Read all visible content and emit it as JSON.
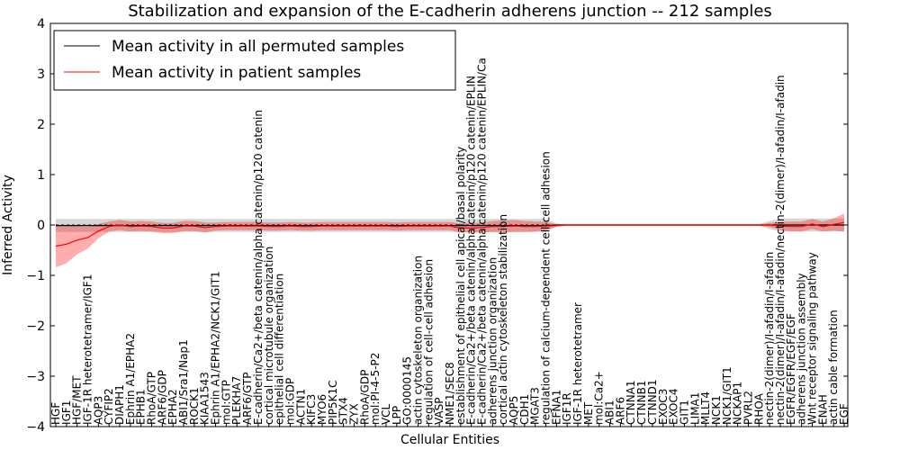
{
  "chart_data": {
    "type": "line",
    "title": "Stabilization and expansion of the E-cadherin adherens junction -- 212 samples",
    "xlabel": "Cellular Entities",
    "ylabel": "Inferred Activity",
    "ylim": [
      -4,
      4
    ],
    "yticks": [
      -4,
      -3,
      -2,
      -1,
      0,
      1,
      2,
      3,
      4
    ],
    "grid": false,
    "legend_position": "top-left",
    "categories": [
      "HGF",
      "IGF1",
      "HGF/MET",
      "IGF-1R heterotetramer/IGF1",
      "AQP3",
      "CYFIP2",
      "DIAPH1",
      "Ephrin A1/EPHA2",
      "EPHB1",
      "RhoA/GTP",
      "ARF6/GDP",
      "EPHA2",
      "ABI1/Sra1/Nap1",
      "ROCK1",
      "KIAA1543",
      "Ephrin A1/EPHA2/NCK1/GIT1",
      "mol:GTP",
      "PLEKHA7",
      "ARF6/GTP",
      "E-cadherin/Ca2+/beta catenin/alpha catenin/p120 catenin",
      "cortical microtubule organization",
      "epithelial cell differentiation",
      "mol:GDP",
      "ACTN1",
      "KIFC3",
      "MYO6",
      "PIP5K1C",
      "STX4",
      "ZYX",
      "RhoA/GDP",
      "mol:PI-4-5-P2",
      "VCL",
      "LPP",
      "GO:0000145",
      "actin cytoskeleton organization",
      "regulation of cell-cell adhesion",
      "VASP",
      "NME1/SEC8",
      "establishment of epithelial cell apical/basal polarity",
      "E-cadherin/Ca2+/beta catenin/alpha catenin/p120 catenin/EPLIN",
      "E-cadherin/Ca2+/beta catenin/alpha catenin/p120 catenin/EPLIN/Ca",
      "adherens junction organization",
      "cortical actin cytoskeleton stabilization",
      "AQP5",
      "CDH1",
      "MGAT3",
      "regulation of calcium-dependent cell-cell adhesion",
      "EFNA1",
      "IGF1R",
      "IGF-1R heterotetramer",
      "MET",
      "mol:Ca2+",
      "ABI1",
      "ARF6",
      "CTNNA1",
      "CTNNB1",
      "CTNND1",
      "EXOC3",
      "EXOC4",
      "GIT1",
      "LIMA1",
      "MLLT4",
      "NCK1",
      "NCK1/GIT1",
      "NCKAP1",
      "PVRL2",
      "RHOA",
      "nectin-2(dimer)/I-afadin/I-afadin",
      "nectin-2(dimer)/I-afadin/I-afadin/nectin-2(dimer)/I-afadin/I-afadin",
      "EGFR/EGFR/EGF/EGF",
      "adherens junction assembly",
      "Wnt receptor signaling pathway",
      "ENAH",
      "actin cable formation",
      "EGF"
    ],
    "series": [
      {
        "name": "Mean activity in all permuted samples",
        "color": "#000000",
        "values": [
          -0.01,
          -0.01,
          -0.01,
          -0.01,
          -0.01,
          -0.01,
          -0.01,
          -0.01,
          -0.01,
          -0.01,
          -0.01,
          -0.01,
          -0.01,
          -0.01,
          -0.01,
          -0.01,
          -0.01,
          -0.01,
          -0.01,
          -0.01,
          -0.01,
          -0.01,
          -0.01,
          -0.01,
          -0.01,
          -0.01,
          -0.01,
          -0.01,
          -0.01,
          -0.01,
          -0.01,
          -0.01,
          -0.01,
          -0.01,
          -0.01,
          -0.01,
          -0.01,
          -0.01,
          -0.01,
          -0.01,
          -0.01,
          -0.01,
          -0.01,
          -0.01,
          -0.01,
          -0.01,
          -0.01,
          0,
          0,
          0,
          0,
          0,
          0,
          0,
          0,
          0,
          0,
          0,
          0,
          0,
          0,
          0,
          0,
          0,
          0,
          0,
          0,
          0,
          0,
          0,
          0,
          0,
          0,
          0,
          0
        ],
        "band": [
          0.13,
          0.13,
          0.13,
          0.13,
          0.13,
          0.13,
          0.13,
          0.13,
          0.13,
          0.13,
          0.13,
          0.13,
          0.13,
          0.13,
          0.13,
          0.13,
          0.13,
          0.13,
          0.13,
          0.13,
          0.13,
          0.13,
          0.13,
          0.13,
          0.13,
          0.13,
          0.13,
          0.13,
          0.13,
          0.13,
          0.13,
          0.13,
          0.13,
          0.13,
          0.13,
          0.13,
          0.13,
          0.13,
          0.13,
          0.13,
          0.13,
          0.13,
          0.13,
          0.13,
          0.13,
          0.13,
          0.13,
          0.03,
          0.02,
          0.02,
          0.02,
          0.02,
          0.02,
          0.02,
          0.02,
          0.02,
          0.02,
          0.02,
          0.02,
          0.02,
          0.02,
          0.02,
          0.02,
          0.02,
          0.02,
          0.02,
          0.02,
          0.08,
          0.13,
          0.13,
          0.13,
          0.13,
          0.13,
          0.13,
          0.13
        ]
      },
      {
        "name": "Mean activity in patient samples",
        "color": "#ff0000",
        "values": [
          -0.42,
          -0.38,
          -0.3,
          -0.25,
          -0.12,
          -0.03,
          0.0,
          -0.03,
          -0.02,
          -0.03,
          -0.06,
          -0.06,
          -0.02,
          -0.02,
          -0.05,
          -0.03,
          -0.02,
          -0.02,
          -0.02,
          -0.02,
          -0.03,
          -0.03,
          -0.02,
          -0.03,
          -0.03,
          -0.02,
          -0.02,
          -0.02,
          -0.02,
          -0.02,
          -0.02,
          -0.02,
          -0.03,
          -0.02,
          -0.02,
          -0.02,
          -0.02,
          -0.02,
          -0.06,
          -0.06,
          -0.05,
          -0.03,
          -0.03,
          -0.02,
          -0.03,
          -0.03,
          -0.02,
          -0.01,
          0,
          0,
          0,
          0,
          0,
          0,
          0,
          0,
          0,
          0,
          0,
          0,
          0,
          0,
          0,
          0,
          0,
          0,
          0,
          0,
          -0.02,
          -0.03,
          -0.03,
          0.02,
          -0.03,
          0.01,
          0.05
        ],
        "band": [
          0.42,
          0.38,
          0.28,
          0.22,
          0.14,
          0.1,
          0.1,
          0.1,
          0.1,
          0.1,
          0.1,
          0.1,
          0.1,
          0.1,
          0.1,
          0.08,
          0.08,
          0.08,
          0.08,
          0.08,
          0.08,
          0.08,
          0.08,
          0.08,
          0.08,
          0.08,
          0.08,
          0.08,
          0.08,
          0.08,
          0.08,
          0.08,
          0.08,
          0.08,
          0.08,
          0.08,
          0.08,
          0.08,
          0.09,
          0.09,
          0.1,
          0.11,
          0.12,
          0.12,
          0.11,
          0.1,
          0.08,
          0.02,
          0.01,
          0.01,
          0.01,
          0.01,
          0.01,
          0.01,
          0.01,
          0.01,
          0.01,
          0.01,
          0.01,
          0.01,
          0.01,
          0.01,
          0.01,
          0.01,
          0.01,
          0.01,
          0.01,
          0.04,
          0.08,
          0.1,
          0.1,
          0.1,
          0.1,
          0.12,
          0.18
        ]
      }
    ]
  }
}
